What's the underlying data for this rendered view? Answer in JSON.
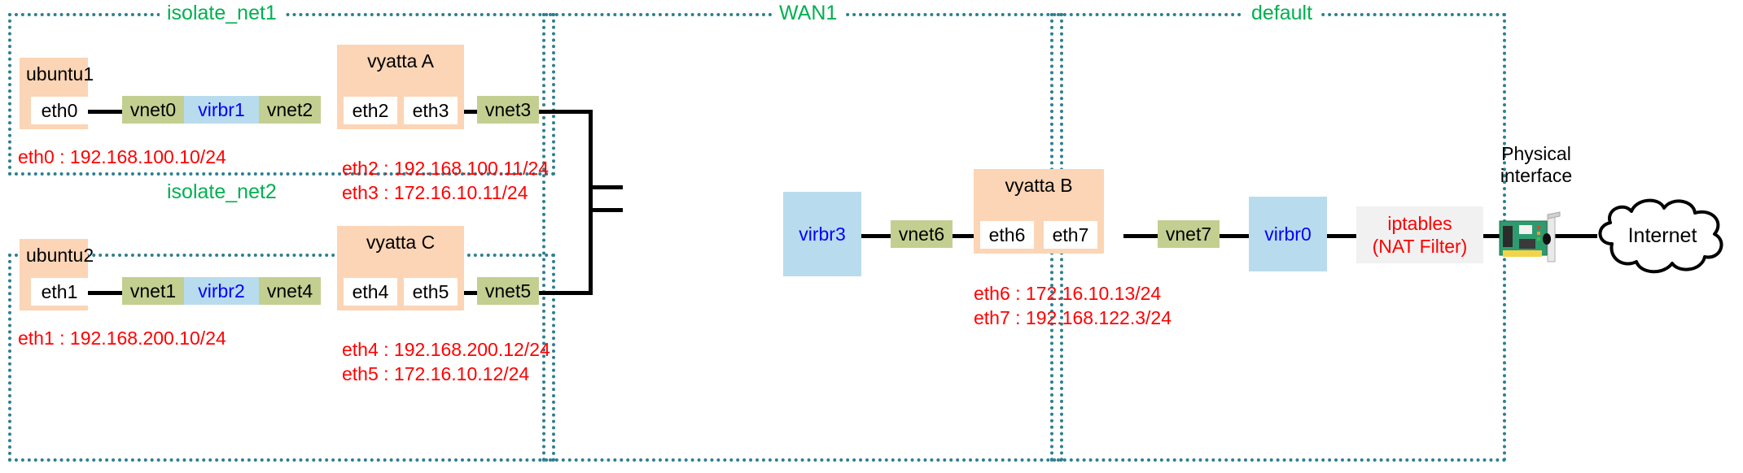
{
  "zones": [
    {
      "name": "isolate_net1",
      "label": "isolate_net1"
    },
    {
      "name": "isolate_net2",
      "label": "isolate_net2"
    },
    {
      "name": "wan1",
      "label": "WAN1"
    },
    {
      "name": "default",
      "label": "default"
    }
  ],
  "vms": [
    {
      "name": "ubuntu1",
      "title": "ubuntu1",
      "ifaces": [
        "eth0"
      ]
    },
    {
      "name": "ubuntu2",
      "title": "ubuntu2",
      "ifaces": [
        "eth1"
      ]
    },
    {
      "name": "vyatta_a",
      "title": "vyatta A",
      "ifaces": [
        "eth2",
        "eth3"
      ]
    },
    {
      "name": "vyatta_b",
      "title": "vyatta B",
      "ifaces": [
        "eth6",
        "eth7"
      ]
    },
    {
      "name": "vyatta_c",
      "title": "vyatta C",
      "ifaces": [
        "eth4",
        "eth5"
      ]
    }
  ],
  "interfaces": {
    "eth0": "eth0",
    "eth1": "eth1",
    "eth2": "eth2",
    "eth3": "eth3",
    "eth4": "eth4",
    "eth5": "eth5",
    "eth6": "eth6",
    "eth7": "eth7"
  },
  "vnets": {
    "vnet0": "vnet0",
    "vnet1": "vnet1",
    "vnet2": "vnet2",
    "vnet3": "vnet3",
    "vnet4": "vnet4",
    "vnet5": "vnet5",
    "vnet6": "vnet6",
    "vnet7": "vnet7"
  },
  "bridges": {
    "virbr0": "virbr0",
    "virbr1": "virbr1",
    "virbr2": "virbr2",
    "virbr3": "virbr3"
  },
  "firewall": {
    "line1": "iptables",
    "line2": "(NAT Filter)"
  },
  "physical": {
    "label_line1": "Physical",
    "label_line2": "interface"
  },
  "internet": {
    "label": "Internet"
  },
  "ip_annotations": {
    "ubuntu1": [
      "eth0 : 192.168.100.10/24"
    ],
    "ubuntu2": [
      "eth1 : 192.168.200.10/24"
    ],
    "vyatta_a": [
      "eth2 : 192.168.100.11/24",
      "eth3 : 172.16.10.11/24"
    ],
    "vyatta_b": [
      "eth6 : 172.16.10.13/24",
      "eth7 : 192.168.122.3/24"
    ],
    "vyatta_c": [
      "eth4 : 192.168.200.12/24",
      "eth5 : 172.16.10.12/24"
    ]
  },
  "colors": {
    "zone_border": "#2e7f92",
    "zone_label": "#00b050",
    "vm_fill": "#fbd5b5",
    "vnet_fill": "#c3cf90",
    "bridge_fill": "#b8dced",
    "bridge_text": "#0000ff",
    "ip_text": "#ff0000",
    "iptables_fill": "#f1f1f1",
    "wire": "#000000"
  }
}
